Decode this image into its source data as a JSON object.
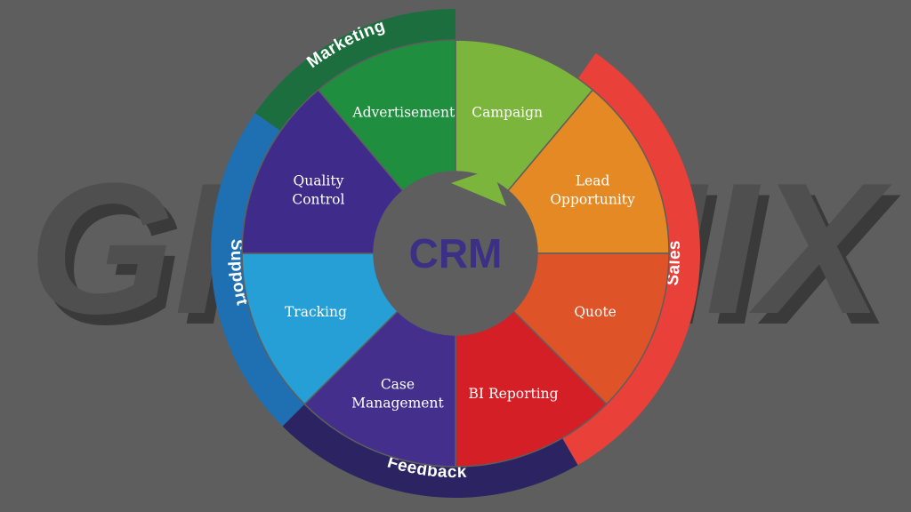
{
  "watermark": {
    "text": "GRAPHIX",
    "color": "#4f4f4f",
    "shadow": "#3a3a3a"
  },
  "center": {
    "label": "CRM",
    "color": "#3b2f86",
    "disc": "#5e5e5e"
  },
  "colors": {
    "ring_border": "#5e5e5e"
  },
  "outer_ring": [
    {
      "label": "Marketing",
      "color": "#1d6e3e",
      "start": 305,
      "end": 360
    },
    {
      "label": "Sales",
      "color": "#e9403a",
      "start": 35,
      "end": 150
    },
    {
      "label": "Feedback",
      "color": "#2c2462",
      "start": 150,
      "end": 225
    },
    {
      "label": "Support",
      "color": "#1f6fb3",
      "start": 225,
      "end": 305
    }
  ],
  "segments": [
    {
      "id": "campaign",
      "lines": [
        "Campaign"
      ],
      "color": "#7bb53c",
      "start": 0,
      "end": 40
    },
    {
      "id": "lead-opportunity",
      "lines": [
        "Lead",
        "Opportunity"
      ],
      "color": "#e58924",
      "start": 40,
      "end": 90
    },
    {
      "id": "quote",
      "lines": [
        "Quote"
      ],
      "color": "#de5327",
      "start": 90,
      "end": 135
    },
    {
      "id": "bi-reporting",
      "lines": [
        "BI Reporting"
      ],
      "color": "#d41f26",
      "start": 135,
      "end": 180
    },
    {
      "id": "case-management",
      "lines": [
        "Case",
        "Management"
      ],
      "color": "#44308c",
      "start": 180,
      "end": 225
    },
    {
      "id": "tracking",
      "lines": [
        "Tracking"
      ],
      "color": "#269ed6",
      "start": 225,
      "end": 270
    },
    {
      "id": "quality-control",
      "lines": [
        "Quality",
        "Control"
      ],
      "color": "#3f2c8a",
      "start": 270,
      "end": 320
    },
    {
      "id": "advertisement",
      "lines": [
        "Advertisement"
      ],
      "color": "#1f8e3e",
      "start": 320,
      "end": 360
    }
  ]
}
